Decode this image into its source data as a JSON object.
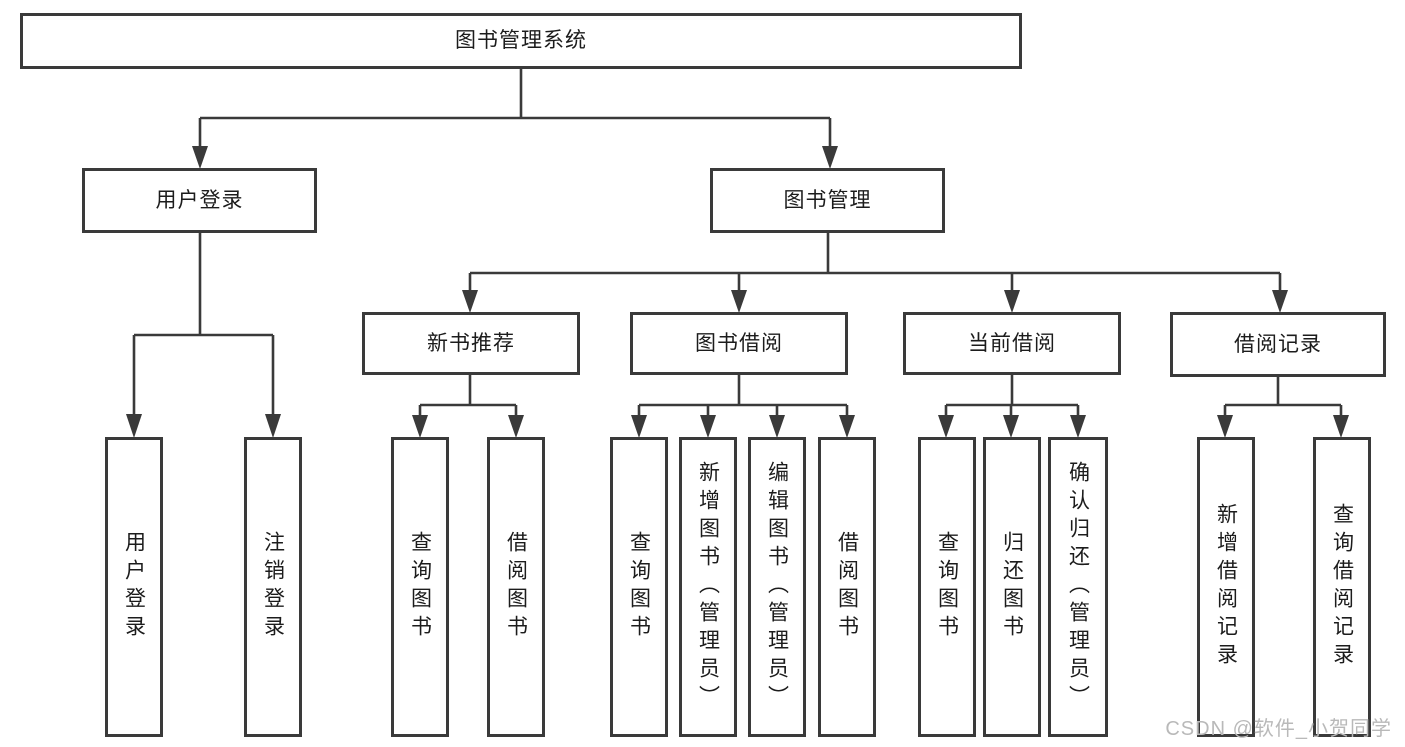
{
  "colors": {
    "line": "#3a3a3a",
    "text": "#1c1c1c",
    "watermark": "#b9b9b9",
    "background": "#ffffff"
  },
  "watermark": "CSDN @软件_小贺同学",
  "tree": {
    "root": {
      "label": "图书管理系统"
    },
    "level2": [
      {
        "label": "用户登录",
        "children": [
          {
            "label": "用户登录"
          },
          {
            "label": "注销登录"
          }
        ]
      },
      {
        "label": "图书管理"
      }
    ],
    "level3": [
      {
        "label": "新书推荐",
        "children": [
          {
            "label": "查询图书"
          },
          {
            "label": "借阅图书"
          }
        ]
      },
      {
        "label": "图书借阅",
        "children": [
          {
            "label": "查询图书"
          },
          {
            "label": "新增图书（管理员）"
          },
          {
            "label": "编辑图书（管理员）"
          },
          {
            "label": "借阅图书"
          }
        ]
      },
      {
        "label": "当前借阅",
        "children": [
          {
            "label": "查询图书"
          },
          {
            "label": "归还图书"
          },
          {
            "label": "确认归还（管理员）"
          }
        ]
      },
      {
        "label": "借阅记录",
        "children": [
          {
            "label": "新增借阅记录"
          },
          {
            "label": "查询借阅记录"
          }
        ]
      }
    ]
  }
}
